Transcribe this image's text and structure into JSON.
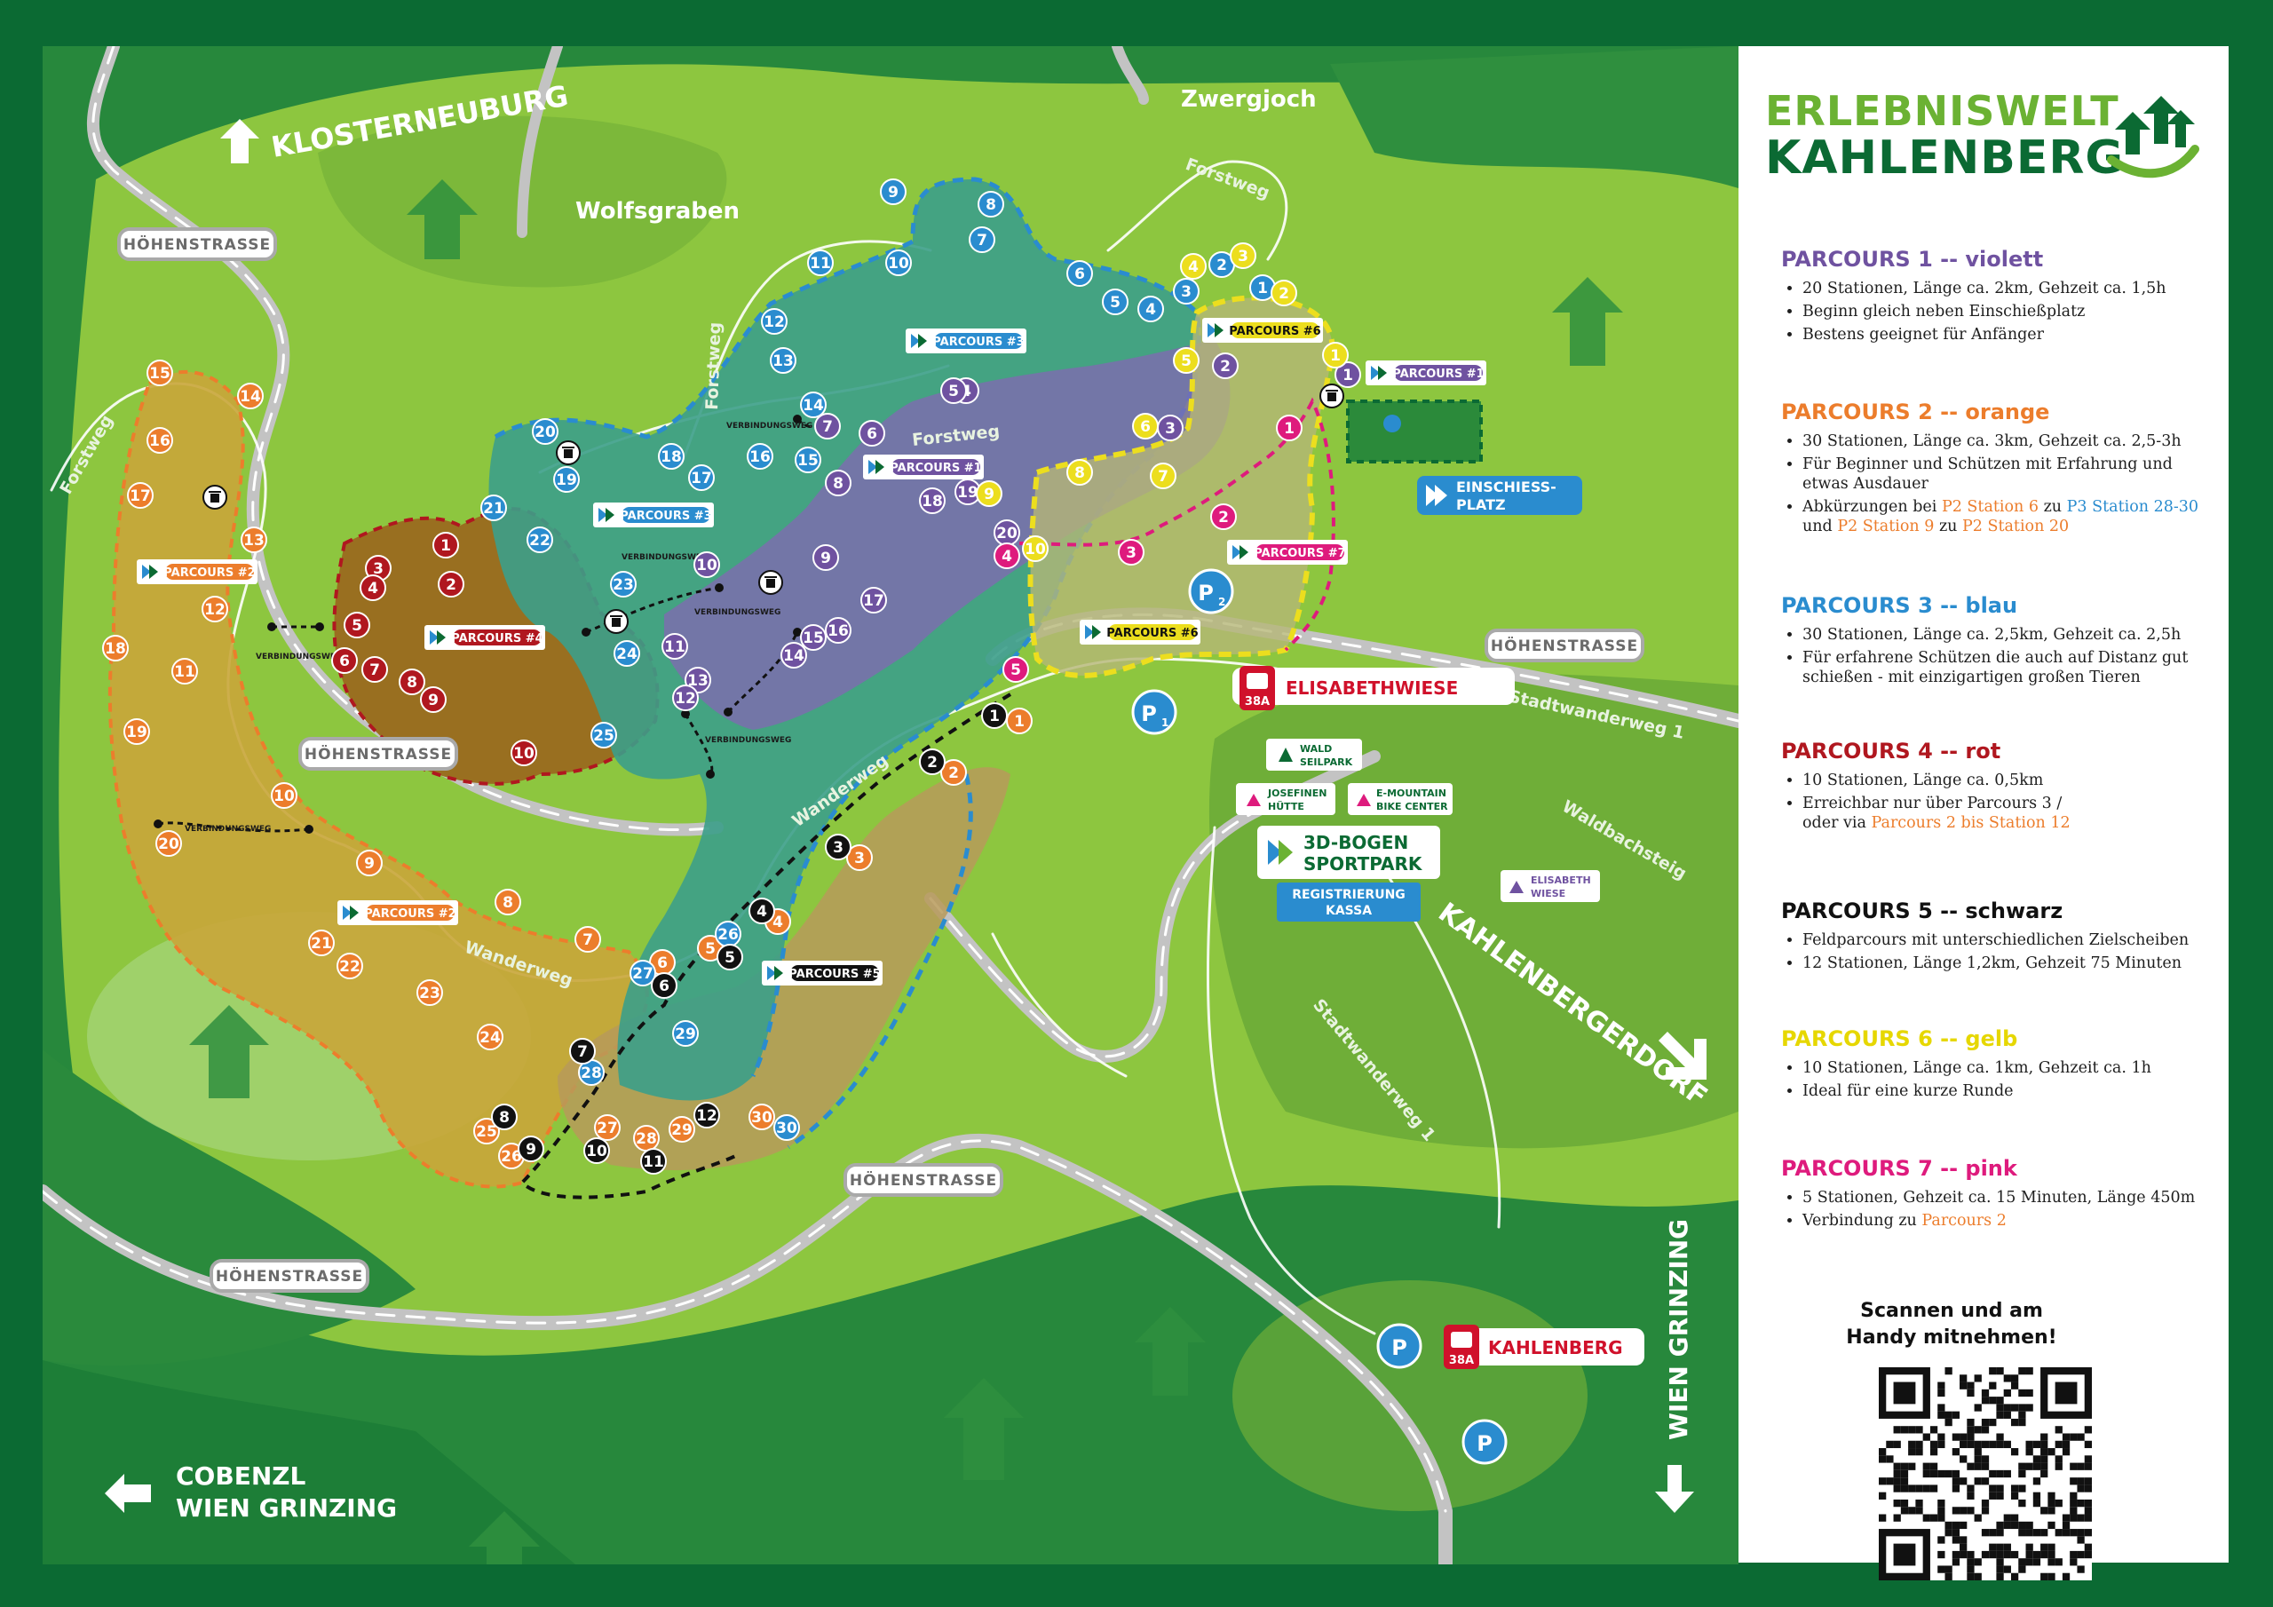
{
  "title": {
    "line1": "ERLEBNISWELT",
    "line2": "KAHLENBERG"
  },
  "places": {
    "klosterneuburg": "KLOSTERNEUBURG",
    "wolfsgraben": "Wolfsgraben",
    "zwergjoch": "Zwergjoch",
    "kahlenbergerdorf": "KAHLENBERGERDORF",
    "wien_grinzing": "WIEN GRINZING",
    "cobenzl_line1": "COBENZL",
    "cobenzl_line2": "WIEN GRINZING",
    "elisabethwiese": "ELISABETHWIESE",
    "kahlenberg": "KAHLENBERG",
    "bus_number": "38A",
    "einschiess_line1": "EINSCHIESS-",
    "einschiess_line2": "PLATZ"
  },
  "road_labels": [
    "HÖHENSTRASSE",
    "HÖHENSTRASSE",
    "HÖHENSTRASSE",
    "HÖHENSTRASSE",
    "HÖHENSTRASSE"
  ],
  "path_labels": {
    "forstweg": "Forstweg",
    "wanderweg": "Wanderweg",
    "stadtwanderweg": "Stadtwanderweg 1",
    "waldbachsteig": "Waldbachsteig",
    "verbindungsweg": "VERBINDUNGSWEG"
  },
  "facilities": {
    "wald_line1": "WALD",
    "wald_line2": "SEILPARK",
    "josefinen_line1": "JOSEFINEN",
    "josefinen_line2": "HÜTTE",
    "ebike_line1": "E-MOUNTAIN",
    "ebike_line2": "BIKE CENTER",
    "sportpark_line1": "3D-BOGEN",
    "sportpark_line2": "SPORTPARK",
    "registrierung_line1": "REGISTRIERUNG",
    "registrierung_line2": "KASSA",
    "ewiese_line1": "ELISABETH",
    "ewiese_line2": "WIESE",
    "parking": "P",
    "parking_sub1": "1",
    "parking_sub2": "2"
  },
  "map_badges": {
    "p1": "PARCOURS #1",
    "p2": "PARCOURS #2",
    "p3": "PARCOURS #3",
    "p4": "PARCOURS #4",
    "p5": "PARCOURS #5",
    "p6": "PARCOURS #6",
    "p7": "PARCOURS #7"
  },
  "colors": {
    "violet": "#6f52a0",
    "orange": "#ec7d2c",
    "blue": "#2a8ccf",
    "red": "#b0171f",
    "black": "#111111",
    "yellow": "#ecde1e",
    "pink": "#de1b7d",
    "dark_green": "#0b6a33",
    "light_green": "#8ec63f"
  },
  "legend": {
    "parcours": [
      {
        "title": "PARCOURS 1 -- violett",
        "color": "#6f52a0",
        "items": [
          "20 Stationen, Länge ca. 2km, Gehzeit ca. 1,5h",
          "Beginn gleich neben Einschießplatz",
          "Bestens geeignet für Anfänger"
        ]
      },
      {
        "title": "PARCOURS 2 -- orange",
        "color": "#ec7d2c",
        "items": [
          "30 Stationen, Länge ca. 3km, Gehzeit ca. 2,5-3h",
          "Für Beginner und Schützen mit Erfahrung und etwas Ausdauer"
        ],
        "shortcut": {
          "prefix": "Abkürzungen bei",
          "a": "P2 Station 6",
          "to1": "zu",
          "b": "P3 Station 28-30",
          "and": "und",
          "c": "P2 Station 9",
          "to2": "zu",
          "d": "P2 Station 20"
        }
      },
      {
        "title": "PARCOURS 3 -- blau",
        "color": "#2a8ccf",
        "items": [
          "30 Stationen, Länge ca. 2,5km, Gehzeit ca. 2,5h",
          "Für erfahrene Schützen die auch auf Distanz gut schießen - mit einzigartigen großen Tieren"
        ]
      },
      {
        "title": "PARCOURS 4 -- rot",
        "color": "#b0171f",
        "items": [
          "10 Stationen, Länge ca. 0,5km"
        ],
        "reach": {
          "text": "Erreichbar nur über Parcours 3 /",
          "text2": "oder via",
          "link": "Parcours 2 bis Station 12"
        }
      },
      {
        "title": "PARCOURS 5 -- schwarz",
        "color": "#111111",
        "items": [
          "Feldparcours mit unterschiedlichen Zielscheiben",
          "12 Stationen, Länge 1,2km, Gehzeit 75 Minuten"
        ]
      },
      {
        "title": "PARCOURS 6 -- gelb",
        "color": "#e6d700",
        "items": [
          "10 Stationen, Länge ca. 1km, Gehzeit ca. 1h",
          "Ideal für eine kurze Runde"
        ]
      },
      {
        "title": "PARCOURS 7 -- pink",
        "color": "#de1b7d",
        "items": [
          "5 Stationen, Gehzeit ca. 15 Minuten, Länge 450m"
        ],
        "conn": {
          "text": "Verbindung zu",
          "link": "Parcours 2"
        }
      }
    ],
    "qr_line1": "Scannen und am",
    "qr_line2": "Handy mitnehmen!"
  }
}
